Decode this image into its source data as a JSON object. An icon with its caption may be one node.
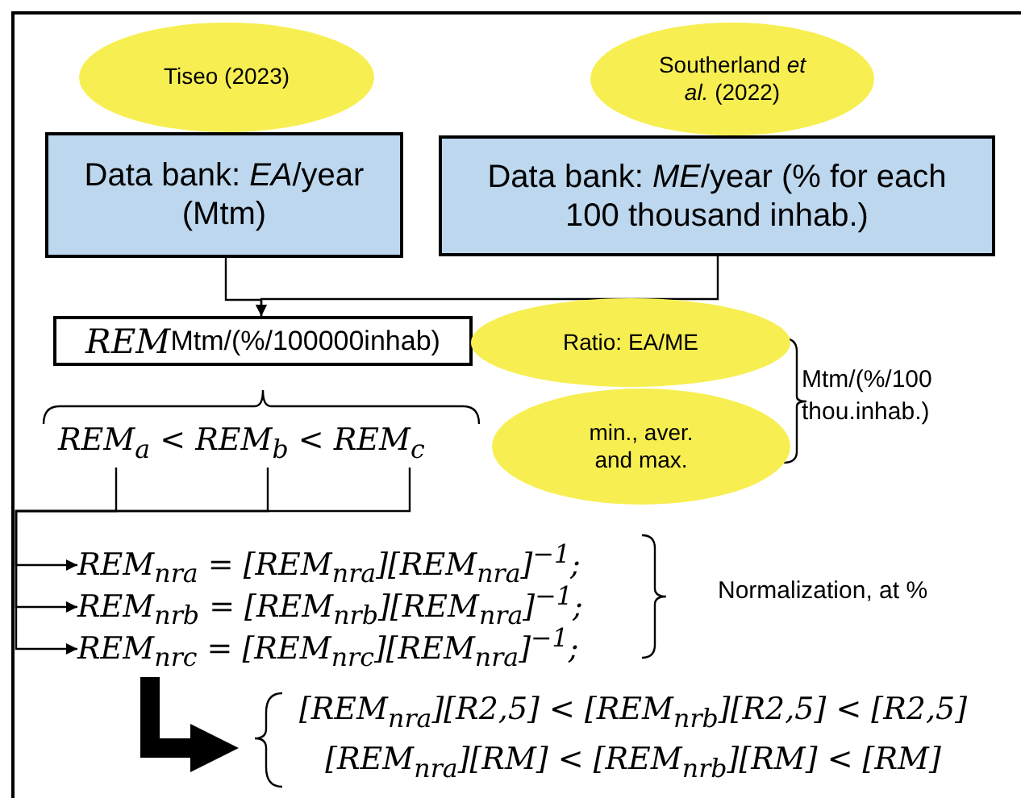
{
  "diagram": {
    "nodes": [
      {
        "text": [
          "Tiseo (2023)"
        ]
      },
      {
        "text": [
          "Data bank: *EA*/year (Mtm)"
        ]
      },
      {
        "text": [
          "Southerland *et al.* (2022)"
        ]
      },
      {
        "text": [
          "Data bank: *ME*/year (% for each 100 thousand inhab.)"
        ]
      },
      {
        "text": [
          "REM",
          "Mtm/(%/100000inhab)"
        ]
      },
      {
        "text": [
          "Ratio: EA/ME"
        ]
      },
      {
        "text": [
          "min., aver. and max."
        ]
      },
      {
        "text": [
          "REM$_{a}$ < REM$_{b}$ < REM$_{c}$"
        ]
      },
      {
        "text": [
          "REM$_{nra}$ = [REM$_{nra}$][REM$_{nra}$]$^{−1}$;"
        ]
      },
      {
        "text": [
          "REM$_{nrb}$ = [REM$_{nrb}$][REM$_{nra}$]$^{−1}$;"
        ]
      },
      {
        "text": [
          "REM$_{nrc}$ = [REM$_{nrc}$][REM$_{nra}$]$^{−1}$;"
        ]
      },
      {
        "text": [
          "[REM$_{nra}$][R2,5] < [REM$_{nrb}$][R2,5] < [R2,5]",
          "[REM$_{nra}$][RM] < [REM$_{nrb}$][RM] < [RM]"
        ]
      }
    ],
    "edges": [
      {
        "from": 1,
        "to": 4,
        "arrow": "to"
      },
      {
        "from": 3,
        "to": 4,
        "arrow": "to"
      },
      {
        "from": 7,
        "to": 8,
        "arrow": "to"
      },
      {
        "from": 7,
        "to": 9,
        "arrow": "to"
      },
      {
        "from": 7,
        "to": 10,
        "arrow": "to"
      },
      {
        "from": 10,
        "to": 11,
        "arrow": "to",
        "style": "thick"
      }
    ],
    "labels": [
      "Mtm/(%/100 thou.inhab.)",
      "Normalization, at %"
    ]
  }
}
